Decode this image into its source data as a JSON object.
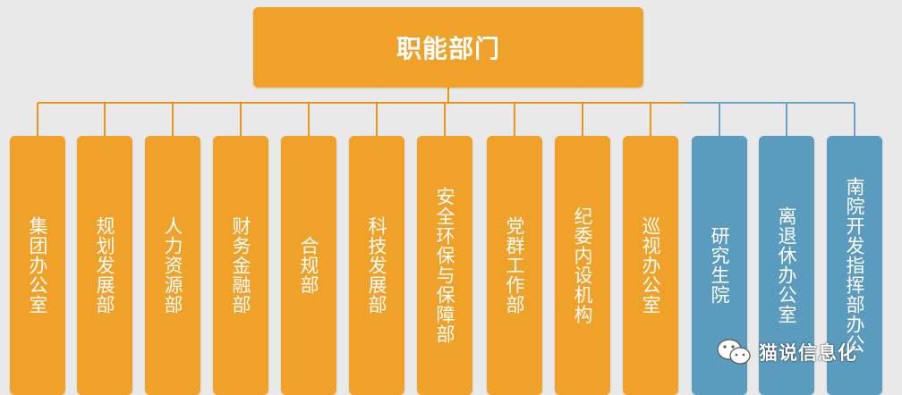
{
  "root": {
    "label": "职能部门"
  },
  "departments": [
    {
      "label": "集团办公室",
      "group": "orange"
    },
    {
      "label": "规划发展部",
      "group": "orange"
    },
    {
      "label": "人力资源部",
      "group": "orange"
    },
    {
      "label": "财务金融部",
      "group": "orange"
    },
    {
      "label": "合规部",
      "group": "orange"
    },
    {
      "label": "科技发展部",
      "group": "orange"
    },
    {
      "label": "安全环保与保障部",
      "group": "orange"
    },
    {
      "label": "党群工作部",
      "group": "orange"
    },
    {
      "label": "纪委内设机构",
      "group": "orange"
    },
    {
      "label": "巡视办公室",
      "group": "orange"
    },
    {
      "label": "研究生院",
      "group": "blue"
    },
    {
      "label": "离退休办公室",
      "group": "blue"
    },
    {
      "label": "南院开发指挥部办公",
      "group": "blue"
    }
  ],
  "colors": {
    "orange": "#f0a12a",
    "blue": "#5b9bbd",
    "line_orange": "#e8951a",
    "line_blue": "#6aa3c4"
  },
  "watermark": {
    "text": "猫说信息化",
    "icon": "wechat-icon"
  }
}
